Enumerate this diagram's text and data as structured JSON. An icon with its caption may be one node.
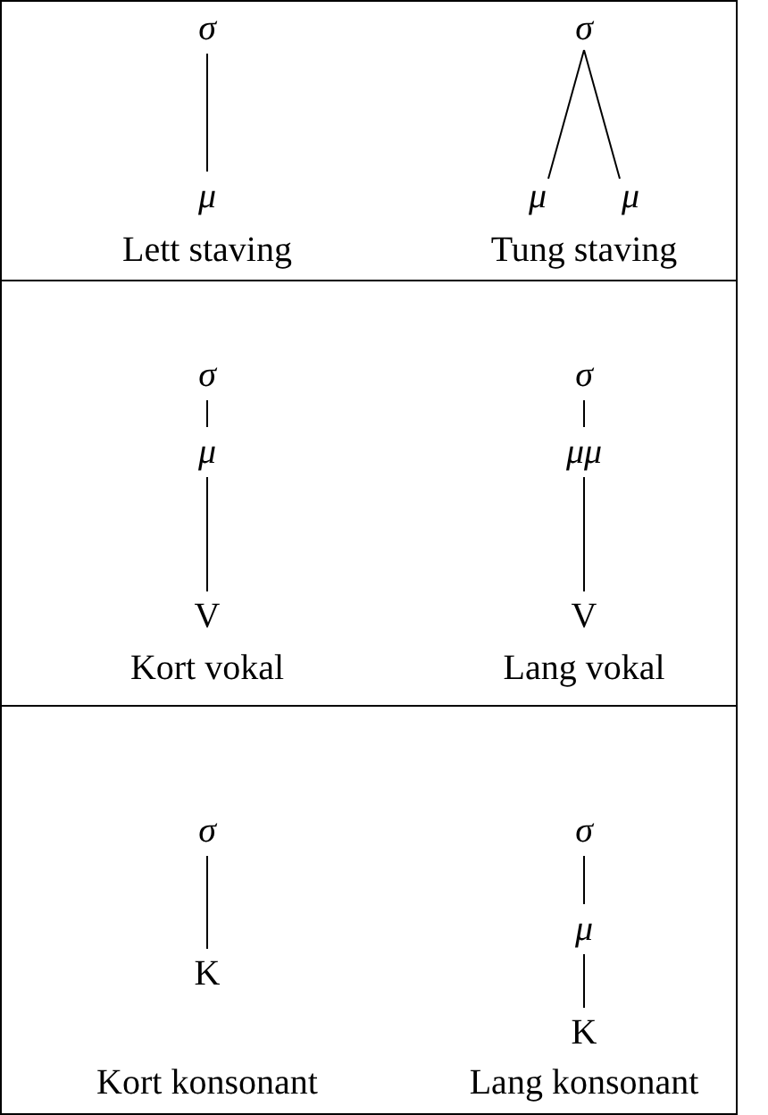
{
  "diagram": {
    "nodes": [
      {
        "text": [
          "σ"
        ]
      },
      {
        "text": [
          "μ"
        ]
      },
      {
        "text": [
          "σ"
        ]
      },
      {
        "text": [
          "μ"
        ]
      },
      {
        "text": [
          "μ"
        ]
      },
      {
        "text": [
          "σ"
        ]
      },
      {
        "text": [
          "μ"
        ]
      },
      {
        "text": [
          "V"
        ]
      },
      {
        "text": [
          "σ"
        ]
      },
      {
        "text": [
          "μμ"
        ]
      },
      {
        "text": [
          "V"
        ]
      },
      {
        "text": [
          "σ"
        ]
      },
      {
        "text": [
          "K"
        ]
      },
      {
        "text": [
          "σ"
        ]
      },
      {
        "text": [
          "μ"
        ]
      },
      {
        "text": [
          "K"
        ]
      }
    ],
    "edges": [
      {
        "from": 0,
        "to": 1,
        "arrow": "none"
      },
      {
        "from": 2,
        "to": 3,
        "arrow": "none"
      },
      {
        "from": 2,
        "to": 4,
        "arrow": "none"
      },
      {
        "from": 5,
        "to": 6,
        "arrow": "none"
      },
      {
        "from": 6,
        "to": 7,
        "arrow": "none"
      },
      {
        "from": 8,
        "to": 9,
        "arrow": "none"
      },
      {
        "from": 9,
        "to": 10,
        "arrow": "none"
      },
      {
        "from": 11,
        "to": 12,
        "arrow": "none"
      },
      {
        "from": 13,
        "to": 14,
        "arrow": "none"
      },
      {
        "from": 14,
        "to": 15,
        "arrow": "none"
      }
    ],
    "labels": [
      "Lett staving",
      "Tung staving",
      "Kort vokal",
      "Lang vokal",
      "Kort konsonant",
      "Lang konsonant"
    ]
  }
}
